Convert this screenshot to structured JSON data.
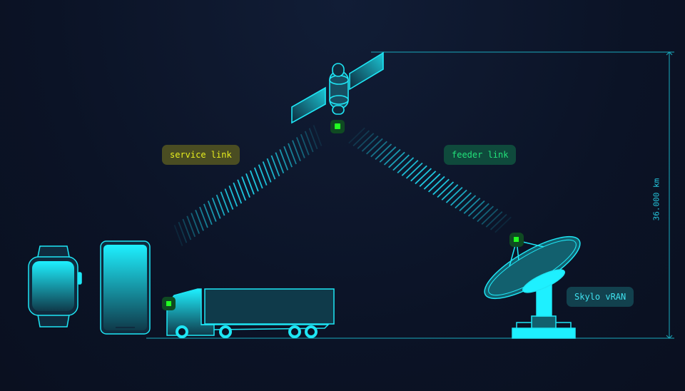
{
  "labels": {
    "service_link": "service link",
    "feeder_link": "feeder link",
    "ground_station": "Skylo vRAN",
    "altitude": "36.000 km"
  },
  "colors": {
    "accent": "#1ef0ff",
    "signal": "#22ff22",
    "service": "#e7ee1e",
    "feeder": "#22e27a"
  }
}
